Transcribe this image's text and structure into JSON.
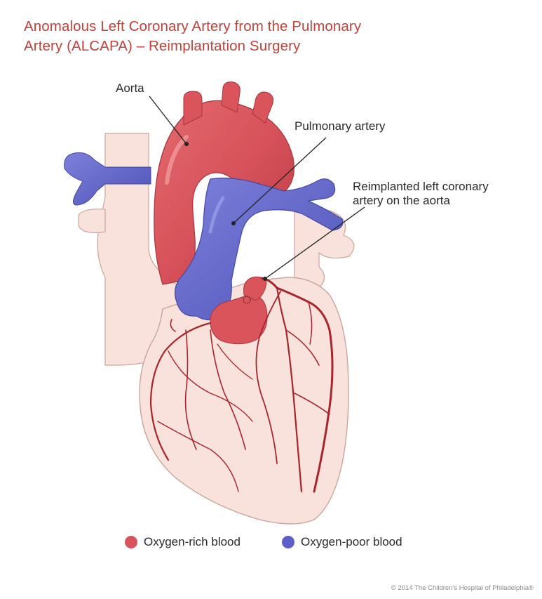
{
  "title": {
    "line1": "Anomalous Left Coronary Artery from the Pulmonary",
    "line2": "Artery (ALCAPA) – Reimplantation Surgery"
  },
  "labels": {
    "aorta": "Aorta",
    "pulmonary_artery": "Pulmonary artery",
    "reimplanted_line1": "Reimplanted left coronary",
    "reimplanted_line2": "artery on the aorta"
  },
  "legend": {
    "rich": {
      "label": "Oxygen-rich blood",
      "color": "#d9545a"
    },
    "poor": {
      "label": "Oxygen-poor blood",
      "color": "#5b5fc7"
    }
  },
  "colors": {
    "title": "#c1423a",
    "heart_tissue": "#fae2dc",
    "heart_outline": "#c9a59c",
    "aorta": "#d9555b",
    "pulmonary": "#6064c9",
    "vessels": "#a9252c"
  },
  "copyright": "© 2014 The Children's Hospital of Philadelphia®"
}
